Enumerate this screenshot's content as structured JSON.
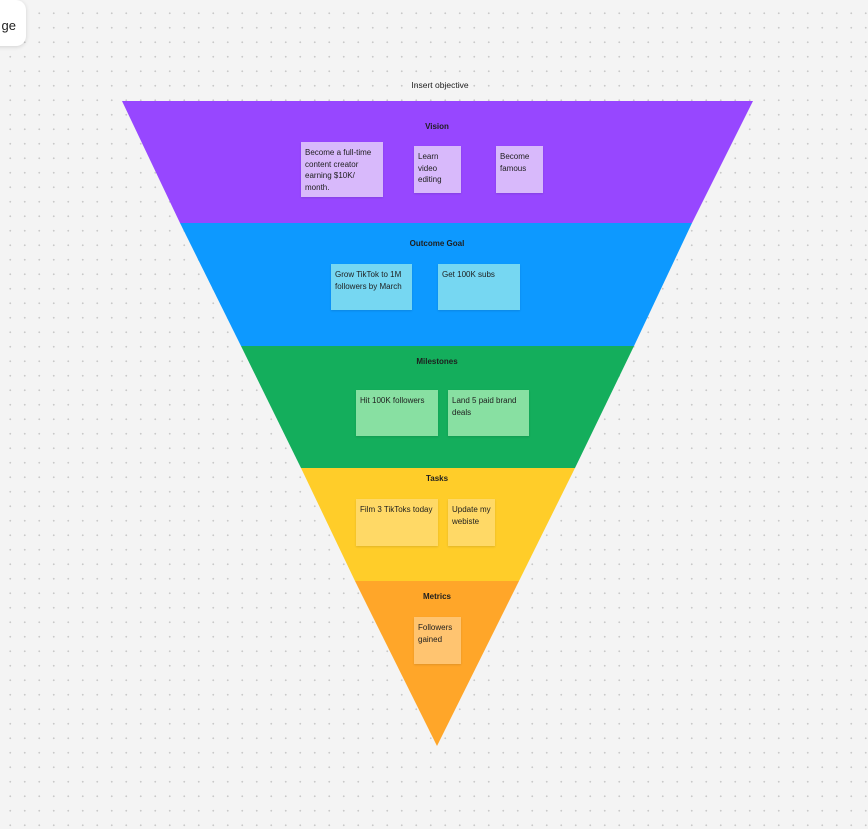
{
  "canvas": {
    "corner_chip_text": "ge",
    "objective_label": "Insert objective"
  },
  "colors": {
    "vision": "#9747ff",
    "outcome_goal": "#0d99ff",
    "milestones": "#14ae5c",
    "tasks": "#ffcd29",
    "metrics": "#ffa629"
  },
  "funnel": {
    "bands": [
      {
        "label": "Vision",
        "notes": [
          "Become a full-time content creator earning $10K/ month.",
          "Learn video editing",
          "Become famous"
        ]
      },
      {
        "label": "Outcome Goal",
        "notes": [
          "Grow TikTok to 1M followers by March",
          "Get 100K subs"
        ]
      },
      {
        "label": "Milestones",
        "notes": [
          "Hit 100K followers",
          "Land 5 paid brand deals"
        ]
      },
      {
        "label": "Tasks",
        "notes": [
          "Film 3 TikToks today",
          "Update my webiste"
        ]
      },
      {
        "label": "Metrics",
        "notes": [
          "Followers gained"
        ]
      }
    ]
  }
}
